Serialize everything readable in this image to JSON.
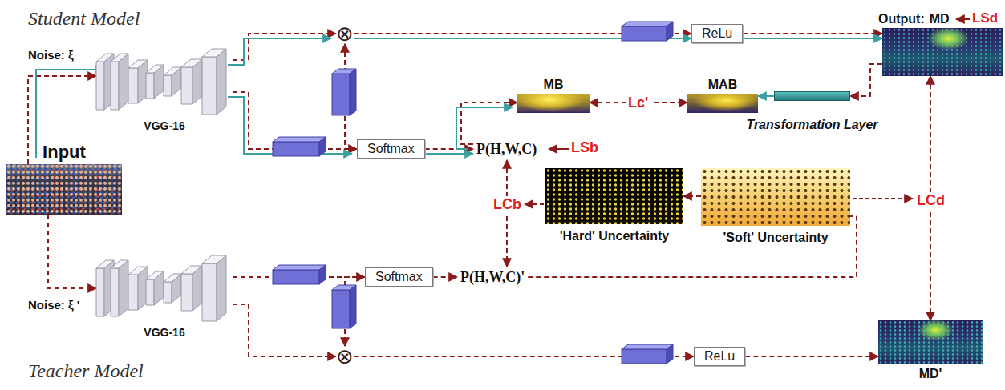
{
  "diagram": {
    "nodes": [
      {
        "text": [
          "Input"
        ]
      },
      {
        "text": [
          "VGG-16"
        ]
      },
      {
        "text": [
          "VGG-16"
        ]
      },
      {
        "text": [
          "⊗"
        ]
      },
      {
        "text": [
          "Softmax"
        ]
      },
      {
        "text": [
          "ReLu"
        ]
      },
      {
        "text": [
          "P(H,W,C)"
        ]
      },
      {
        "text": [
          "MB"
        ]
      },
      {
        "text": [
          "MAB"
        ]
      },
      {
        "text": [
          "Transformation Layer"
        ]
      },
      {
        "text": [
          "Output:",
          "MD"
        ]
      },
      {
        "text": [
          "'Hard' Uncertainty"
        ]
      },
      {
        "text": [
          "'Soft' Uncertainty"
        ]
      },
      {
        "text": [
          "Softmax"
        ]
      },
      {
        "text": [
          "P(H,W,C)'"
        ]
      },
      {
        "text": [
          "⊗"
        ]
      },
      {
        "text": [
          "ReLu"
        ]
      },
      {
        "text": [
          "MD'"
        ]
      }
    ],
    "edges": [
      {
        "from": 0,
        "to": 1,
        "arrow": "to"
      },
      {
        "from": 0,
        "to": 2,
        "arrow": "to"
      },
      {
        "from": 1,
        "to": 3,
        "arrow": "to"
      },
      {
        "from": 1,
        "to": 4,
        "arrow": "to"
      },
      {
        "from": 4,
        "to": 3,
        "arrow": "to"
      },
      {
        "from": 3,
        "to": 5,
        "arrow": "to"
      },
      {
        "from": 5,
        "to": 10,
        "arrow": "to"
      },
      {
        "from": 4,
        "to": 6,
        "arrow": "to"
      },
      {
        "from": 6,
        "to": 7,
        "arrow": "to"
      },
      {
        "from": 10,
        "to": 9,
        "arrow": "to"
      },
      {
        "from": 9,
        "to": 8,
        "arrow": "to"
      },
      {
        "from": 7,
        "to": 8,
        "label": "Lc'",
        "arrow": "both"
      },
      {
        "from": 6,
        "to": 14,
        "label": "LCb",
        "arrow": "both"
      },
      {
        "from": 10,
        "to": 17,
        "label": "LCd",
        "arrow": "both"
      },
      {
        "from": 2,
        "to": 13,
        "arrow": "to"
      },
      {
        "from": 13,
        "to": 14,
        "arrow": "to"
      },
      {
        "from": 13,
        "to": 15,
        "arrow": "to"
      },
      {
        "from": 2,
        "to": 15,
        "arrow": "to"
      },
      {
        "from": 15,
        "to": 16,
        "arrow": "to"
      },
      {
        "from": 16,
        "to": 17,
        "arrow": "to"
      },
      {
        "from": 14,
        "to": 12,
        "arrow": "none"
      },
      {
        "from": 12,
        "to": 11,
        "arrow": "to"
      }
    ],
    "labels": [
      "Student Model",
      "Noise: ξ",
      "Noise: ξ '",
      "Teacher Model",
      "LSd",
      "LSb"
    ]
  }
}
